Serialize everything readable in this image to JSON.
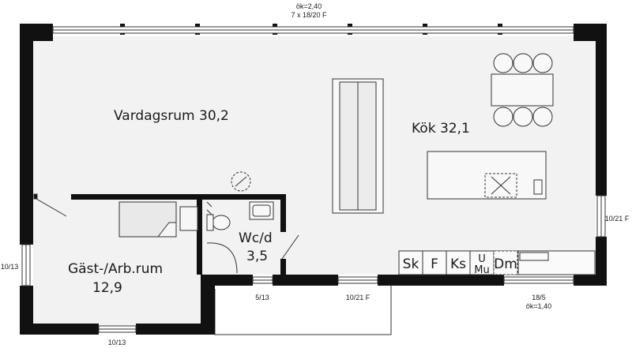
{
  "rooms": {
    "living": {
      "name": "Vardagsrum 30,2"
    },
    "kitchen": {
      "name": "Kök 32,1"
    },
    "guest": {
      "name": "Gäst-/Arb.rum",
      "area": "12,9"
    },
    "wc": {
      "name": "Wc/d",
      "area": "3,5"
    }
  },
  "windows": {
    "top_header": {
      "line1": "ök=2,40",
      "line2": "7 x 18/20 F"
    },
    "right_side": "10/21 F",
    "left_side": "10/13",
    "bottom_left": "10/13",
    "bottom_wc": "5/13",
    "bottom_mid": "10/21 F",
    "bottom_right": {
      "line1": "18/5",
      "line2": "ök=1,40"
    }
  },
  "appliances": {
    "sk": "Sk",
    "f": "F",
    "ks": "Ks",
    "mu": {
      "line1": "U",
      "line2": "Mu"
    },
    "dm": "Dm"
  },
  "colors": {
    "wall": "#111111",
    "floor": "#f2f2f2",
    "line": "#333333"
  }
}
